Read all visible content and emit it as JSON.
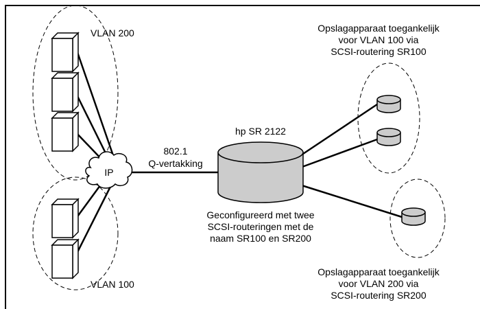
{
  "vlan200": {
    "label": "VLAN 200"
  },
  "vlan100": {
    "label": "VLAN 100"
  },
  "cloud": {
    "label": "IP"
  },
  "trunk": {
    "line1": "802.1",
    "line2": "Q-vertakking"
  },
  "router": {
    "name": "hp SR 2122",
    "description": [
      "Geconfigureerd met twee",
      "SCSI-routeringen met de",
      "naam SR100 en SR200"
    ]
  },
  "storage_vlan100": {
    "caption": [
      "Opslagapparaat toegankelijk",
      "voor VLAN 100 via",
      "SCSI-routering SR100"
    ]
  },
  "storage_vlan200": {
    "caption": [
      "Opslagapparaat toegankelijk",
      "voor VLAN 200 via",
      "SCSI-routering SR200"
    ]
  },
  "colors": {
    "line": "#000000",
    "device_fill": "#cccccc",
    "background": "#ffffff"
  }
}
